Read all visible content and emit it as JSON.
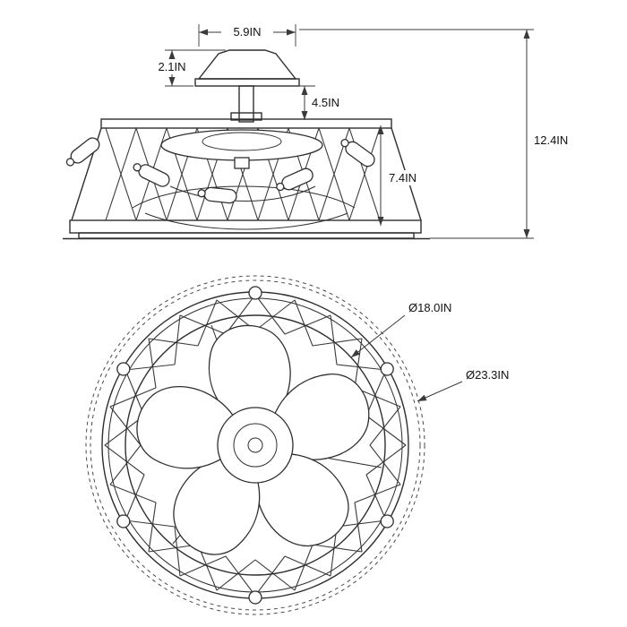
{
  "colors": {
    "line": "#2f2f2f",
    "dimension_line": "#3a3a3a",
    "text": "#111111",
    "background": "#ffffff"
  },
  "views": {
    "side": {
      "dims": {
        "canopy_width": "5.9IN",
        "canopy_height": "2.1IN",
        "downrod_length": "4.5IN",
        "body_height": "7.4IN",
        "overall_height": "12.4IN"
      }
    },
    "plan": {
      "dims": {
        "blade_diameter": "Ø18.0IN",
        "overall_diameter": "Ø23.3IN"
      }
    }
  }
}
